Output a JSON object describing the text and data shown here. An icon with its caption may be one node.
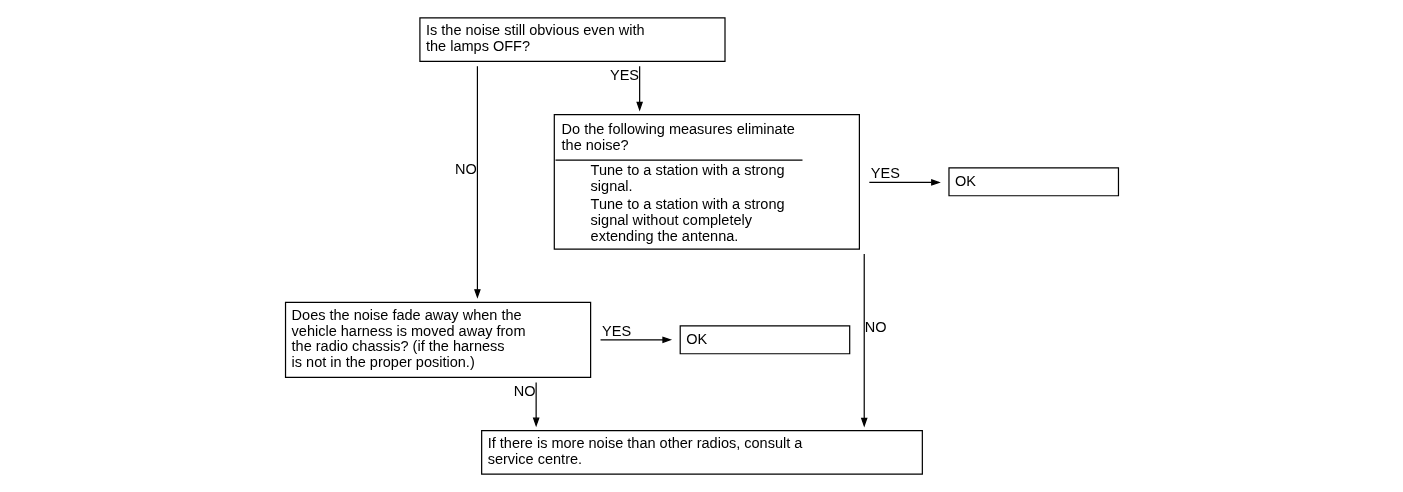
{
  "diagram": {
    "nodes": [
      {
        "text": [
          "Is the noise still obvious even with the lamps OFF?"
        ]
      },
      {
        "text": [
          "Do the following measures eliminate the noise?",
          "Tune to a station with a strong signal.",
          "Tune to a station with a strong signal without completely extending the antenna."
        ]
      },
      {
        "text": [
          "OK"
        ]
      },
      {
        "text": [
          "Does the noise fade away when the vehicle harness is moved away from the radio chassis? (if the harness is not in the proper position.)"
        ]
      },
      {
        "text": [
          "OK"
        ]
      },
      {
        "text": [
          "If there is more noise than other radios, consult a service centre."
        ]
      }
    ],
    "edges": [
      {
        "from": 0,
        "to": 1,
        "arrow": "to",
        "label": "YES"
      },
      {
        "from": 0,
        "to": 3,
        "arrow": "to",
        "label": "NO"
      },
      {
        "from": 1,
        "to": 2,
        "arrow": "to",
        "label": "YES"
      },
      {
        "from": 3,
        "to": 4,
        "arrow": "to",
        "label": "YES"
      },
      {
        "from": 1,
        "to": 5,
        "arrow": "to",
        "label": "NO"
      },
      {
        "from": 3,
        "to": 5,
        "arrow": "to",
        "label": "NO"
      }
    ]
  }
}
